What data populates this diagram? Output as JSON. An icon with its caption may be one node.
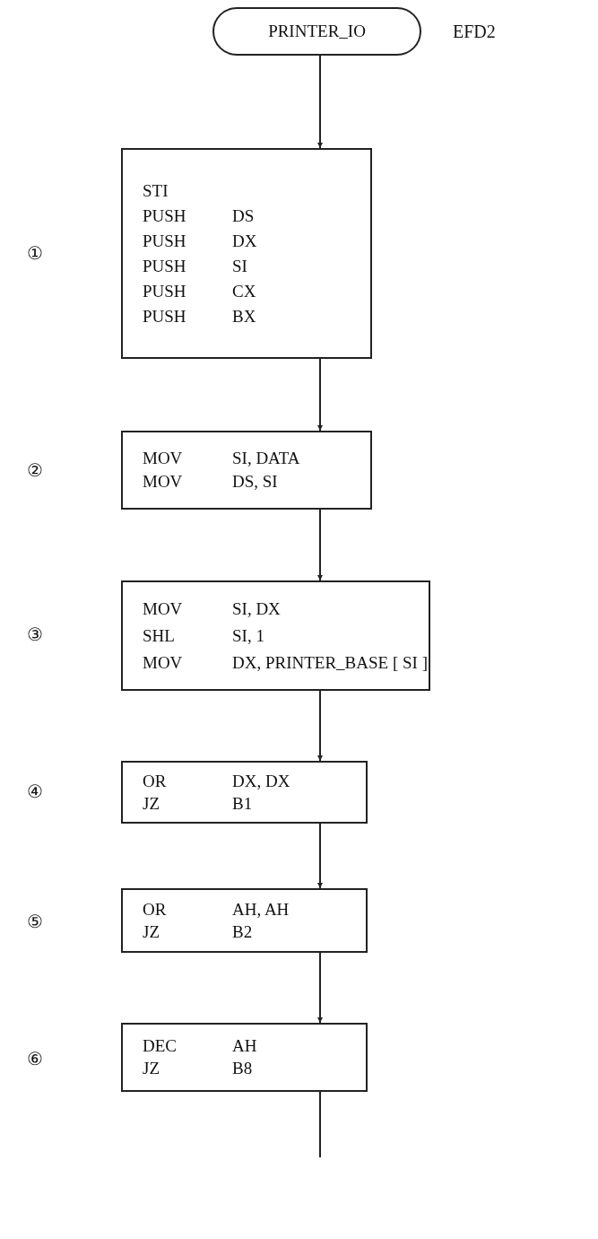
{
  "diagram": {
    "nodes": [
      {
        "text": [
          "PRINTER_IO"
        ],
        "beside": [
          "EFD2"
        ]
      },
      {
        "text": [
          "STI",
          "PUSH DS",
          "PUSH DX",
          "PUSH SI",
          "PUSH CX",
          "PUSH BX"
        ]
      },
      {
        "text": [
          "MOV SI, DATA",
          "MOV DS, SI"
        ]
      },
      {
        "text": [
          "MOV SI, DX",
          "SHL SI, 1",
          "MOV DX, PRINTER_BASE [ SI ]"
        ]
      },
      {
        "text": [
          "OR DX, DX",
          "JZ B1"
        ]
      },
      {
        "text": [
          "OR AH, AH",
          "JZ B2"
        ]
      },
      {
        "text": [
          "DEC AH",
          "JZ B8"
        ]
      }
    ],
    "labels": [
      "①",
      "②",
      "③",
      "④",
      "⑤",
      "⑥"
    ],
    "edges": [
      {
        "from": 0,
        "to": 1,
        "arrow": "to"
      },
      {
        "from": 1,
        "to": 2,
        "arrow": "to"
      },
      {
        "from": 2,
        "to": 3,
        "arrow": "to"
      },
      {
        "from": 3,
        "to": 4,
        "arrow": "to"
      },
      {
        "from": 4,
        "to": 5,
        "arrow": "to"
      },
      {
        "from": 5,
        "to": 6,
        "arrow": "to"
      },
      {
        "from": 6,
        "to": null,
        "arrow": "none"
      }
    ]
  }
}
